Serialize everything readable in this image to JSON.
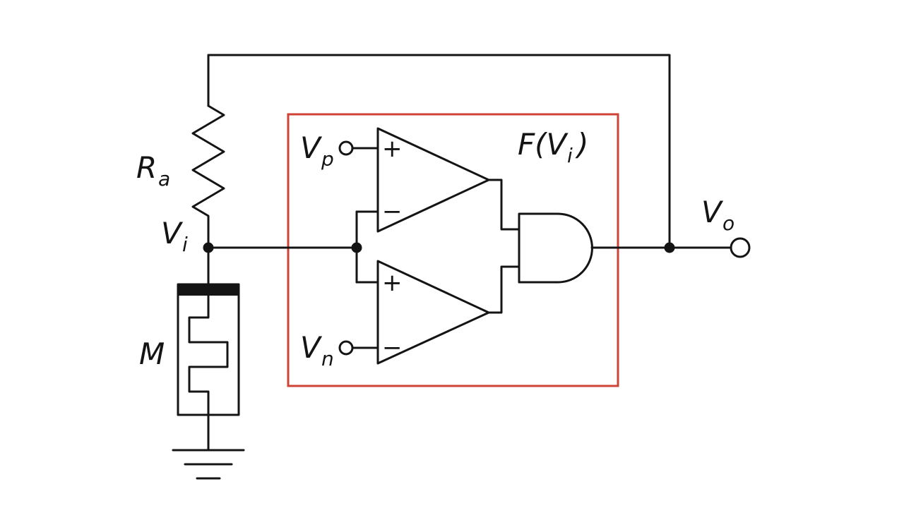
{
  "colors": {
    "line": "#141414",
    "box": "#cf4336",
    "background": "#ffffff"
  },
  "labels": {
    "ra": {
      "base": "R",
      "sub": "a"
    },
    "vi": {
      "base": "V",
      "sub": "i"
    },
    "memristor": {
      "base": "M"
    },
    "vp": {
      "base": "V",
      "sub": "p"
    },
    "vn": {
      "base": "V",
      "sub": "n"
    },
    "vo": {
      "base": "V",
      "sub": "o"
    },
    "function": {
      "pre": "F(V",
      "sub": "i",
      "post": ")"
    },
    "plus": "+",
    "minus": "−"
  }
}
